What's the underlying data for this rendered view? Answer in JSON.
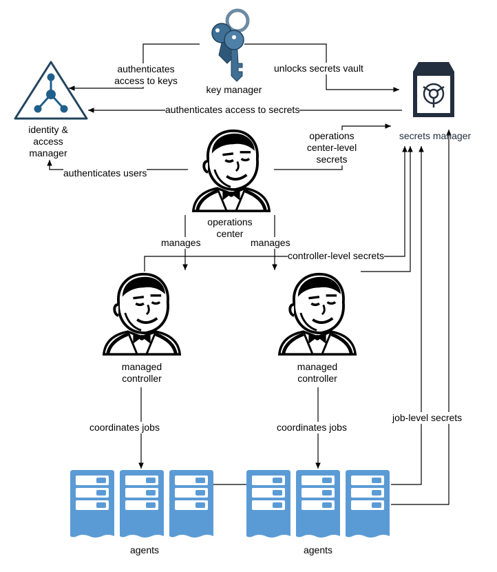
{
  "nodes": {
    "identity": "identity & access manager",
    "key_manager": "key manager",
    "secrets_manager": "secrets manager",
    "operations_center": "operations center",
    "controller_left": "managed controller",
    "controller_right": "managed controller",
    "agents_left": "agents",
    "agents_right": "agents"
  },
  "edges": {
    "authenticates_keys": "authenticates access to keys",
    "unlocks_vault": "unlocks secrets vault",
    "authenticates_secrets": "authenticates access to secrets",
    "oc_secrets": "operations center-level secrets",
    "authenticates_users": "authenticates users",
    "manages_left": "manages",
    "manages_right": "manages",
    "controller_secrets": "controller-level secrets",
    "coordinates_left": "coordinates jobs",
    "coordinates_right": "coordinates jobs",
    "job_secrets": "job-level secrets"
  },
  "colors": {
    "agent_blue": "#5b9bd5",
    "agent_light": "#dbe9f6",
    "identity_border": "#23445d",
    "identity_node": "#1f5f8b",
    "secrets_label": "#232f3e",
    "secrets_icon": "#232f3e",
    "key_fill": "#3f6f95",
    "key_ring": "#6e8aa3",
    "line": "#000000"
  },
  "icons": {
    "identity": "identity-triangle-icon",
    "key": "key-icon",
    "vault": "vault-icon",
    "jenkins": "jenkins-butler-icon",
    "server": "server-icon"
  }
}
